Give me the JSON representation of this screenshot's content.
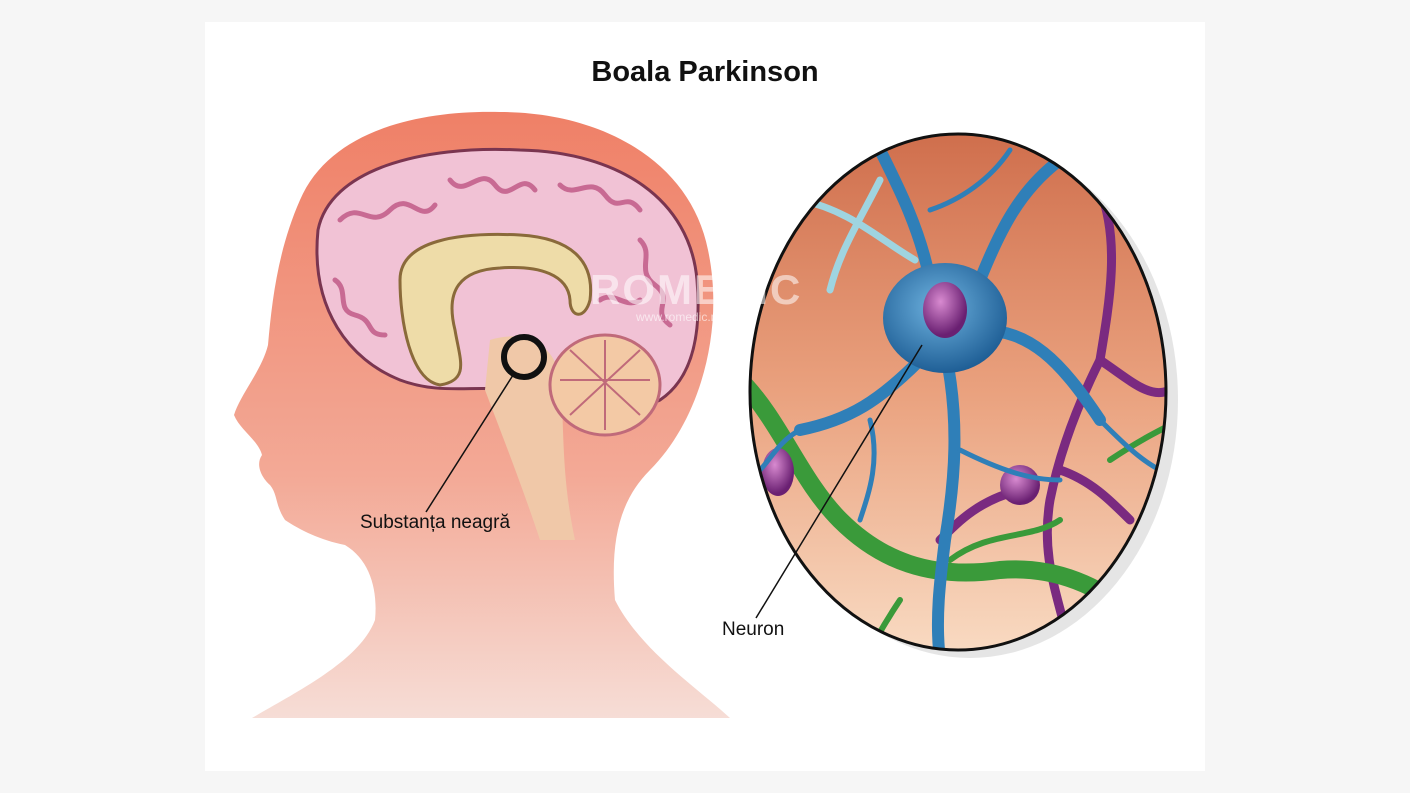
{
  "title": "Boala Parkinson",
  "labels": {
    "substantia_nigra": "Substanța neagră",
    "neuron": "Neuron"
  },
  "watermark": {
    "brand": "ROMEDIC",
    "url": "www.romedic.ro"
  },
  "colors": {
    "head": "#f08c74",
    "brain": "#f2c4d6",
    "neuron": "#2f7fb8",
    "nucleus": "#8b3a8b",
    "glia_green": "#3a9a3a"
  }
}
